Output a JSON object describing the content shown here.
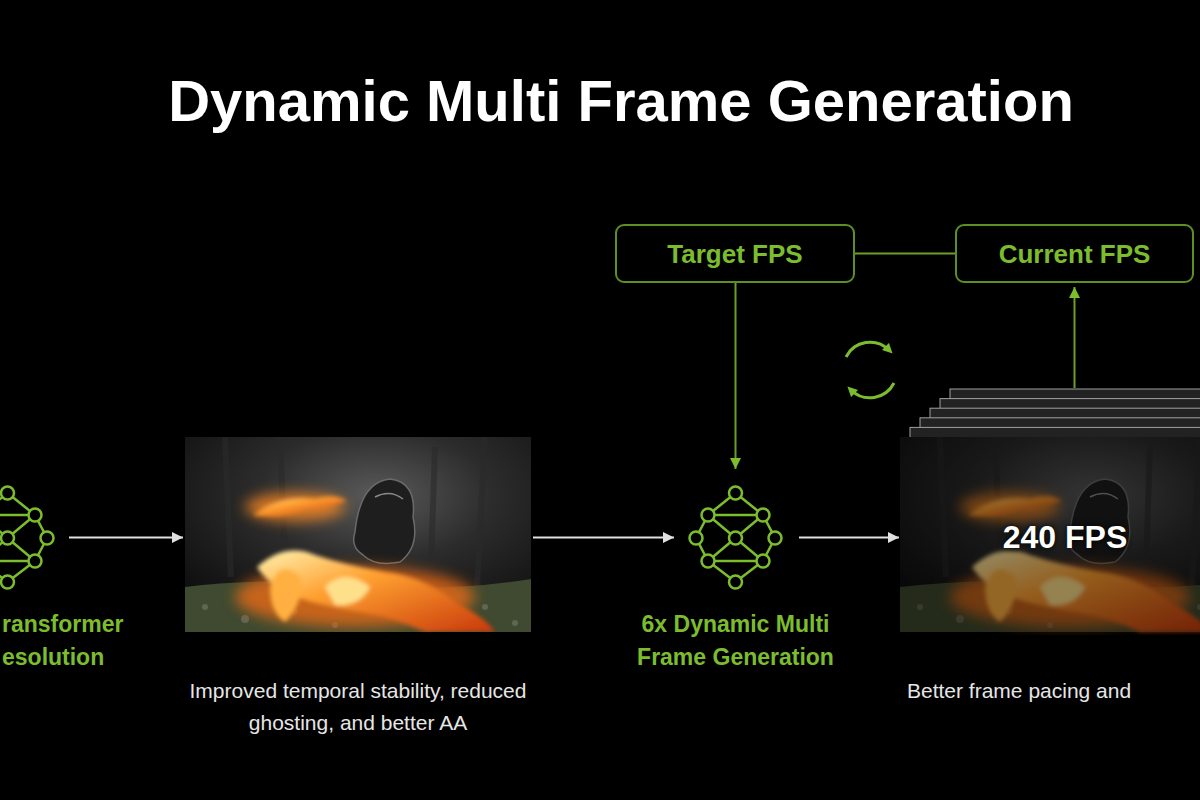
{
  "diagram": {
    "title": "Dynamic Multi Frame Generation",
    "nodes": [
      {
        "text": [
          "Target FPS"
        ]
      },
      {
        "text": [
          "Current FPS"
        ]
      },
      {
        "text": [
          "ransformer esolution"
        ]
      },
      {
        "text": [
          "Improved temporal stability, reduced ghosting, and better AA"
        ]
      },
      {
        "text": [
          "6x Dynamic Multi Frame Generation"
        ]
      },
      {
        "text": [
          "240 FPS",
          "Better frame pacing and"
        ]
      }
    ],
    "edges": [
      {
        "from": 2,
        "to": 3,
        "arrow": "to"
      },
      {
        "from": 3,
        "to": 4,
        "arrow": "to"
      },
      {
        "from": 0,
        "to": 4,
        "arrow": "to"
      },
      {
        "from": 4,
        "to": 5,
        "arrow": "to"
      },
      {
        "from": 0,
        "to": 1,
        "arrow": "none"
      },
      {
        "from": 5,
        "to": 1,
        "arrow": "to"
      }
    ]
  }
}
